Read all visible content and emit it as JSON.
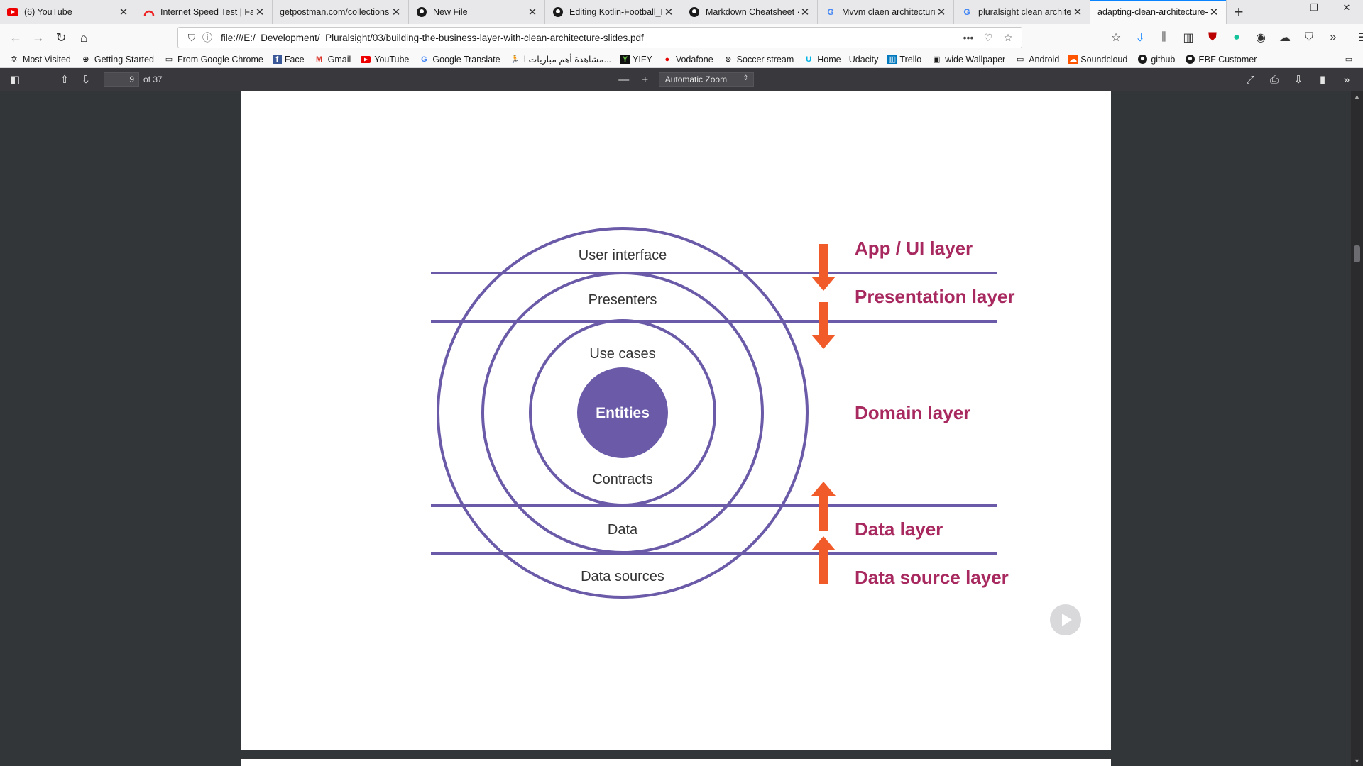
{
  "tabs": [
    {
      "title": "(6) YouTube",
      "icon": "youtube-icon"
    },
    {
      "title": "Internet Speed Test | Fast.com",
      "icon": "speedometer-icon"
    },
    {
      "title": "getpostman.com/collections",
      "icon": "none"
    },
    {
      "title": "New File",
      "icon": "github-icon"
    },
    {
      "title": "Editing Kotlin-Football_Le",
      "icon": "github-icon"
    },
    {
      "title": "Markdown Cheatsheet · a",
      "icon": "github-icon"
    },
    {
      "title": "Mvvm claen architecture",
      "icon": "google-icon"
    },
    {
      "title": "pluralsight clean architec",
      "icon": "google-icon"
    },
    {
      "title": "adapting-clean-architecture-",
      "icon": "none"
    }
  ],
  "url": "file:///E:/_Development/_Pluralsight/03/building-the-business-layer-with-clean-architecture-slides.pdf",
  "bookmarks": [
    {
      "label": "Most Visited",
      "icon": "gear-icon"
    },
    {
      "label": "Getting Started",
      "icon": "globe-icon"
    },
    {
      "label": "From Google Chrome",
      "icon": "folder-icon"
    },
    {
      "label": "Face",
      "icon": "facebook-icon"
    },
    {
      "label": "Gmail",
      "icon": "gmail-icon"
    },
    {
      "label": "YouTube",
      "icon": "youtube-icon"
    },
    {
      "label": "Google Translate",
      "icon": "translate-icon"
    },
    {
      "label": "مشاهدة أهم مباريات ا...",
      "icon": "runner-icon"
    },
    {
      "label": "YIFY",
      "icon": "yify-icon"
    },
    {
      "label": "Vodafone",
      "icon": "vodafone-icon"
    },
    {
      "label": "Soccer stream",
      "icon": "soccer-icon"
    },
    {
      "label": "Home - Udacity",
      "icon": "udacity-icon"
    },
    {
      "label": "Trello",
      "icon": "trello-icon"
    },
    {
      "label": "wide Wallpaper",
      "icon": "wallpaper-icon"
    },
    {
      "label": "Android",
      "icon": "folder-icon"
    },
    {
      "label": "Soundcloud",
      "icon": "soundcloud-icon"
    },
    {
      "label": "github",
      "icon": "github-icon"
    },
    {
      "label": "EBF Customer",
      "icon": "github-icon"
    }
  ],
  "pdf": {
    "page_number": "9",
    "page_count": "of 37",
    "zoom": "Automatic Zoom"
  },
  "diagram": {
    "ring_labels": [
      "User interface",
      "Presenters",
      "Use cases",
      "Contracts",
      "Data",
      "Data sources"
    ],
    "core_label": "Entities",
    "layer_labels": [
      "App / UI layer",
      "Presentation layer",
      "Domain layer",
      "Data layer",
      "Data source layer"
    ],
    "colors": {
      "ring": "#6a5aa8",
      "core": "#6a5aa8",
      "label": "#a8295f",
      "arrow": "#f15a29"
    }
  }
}
